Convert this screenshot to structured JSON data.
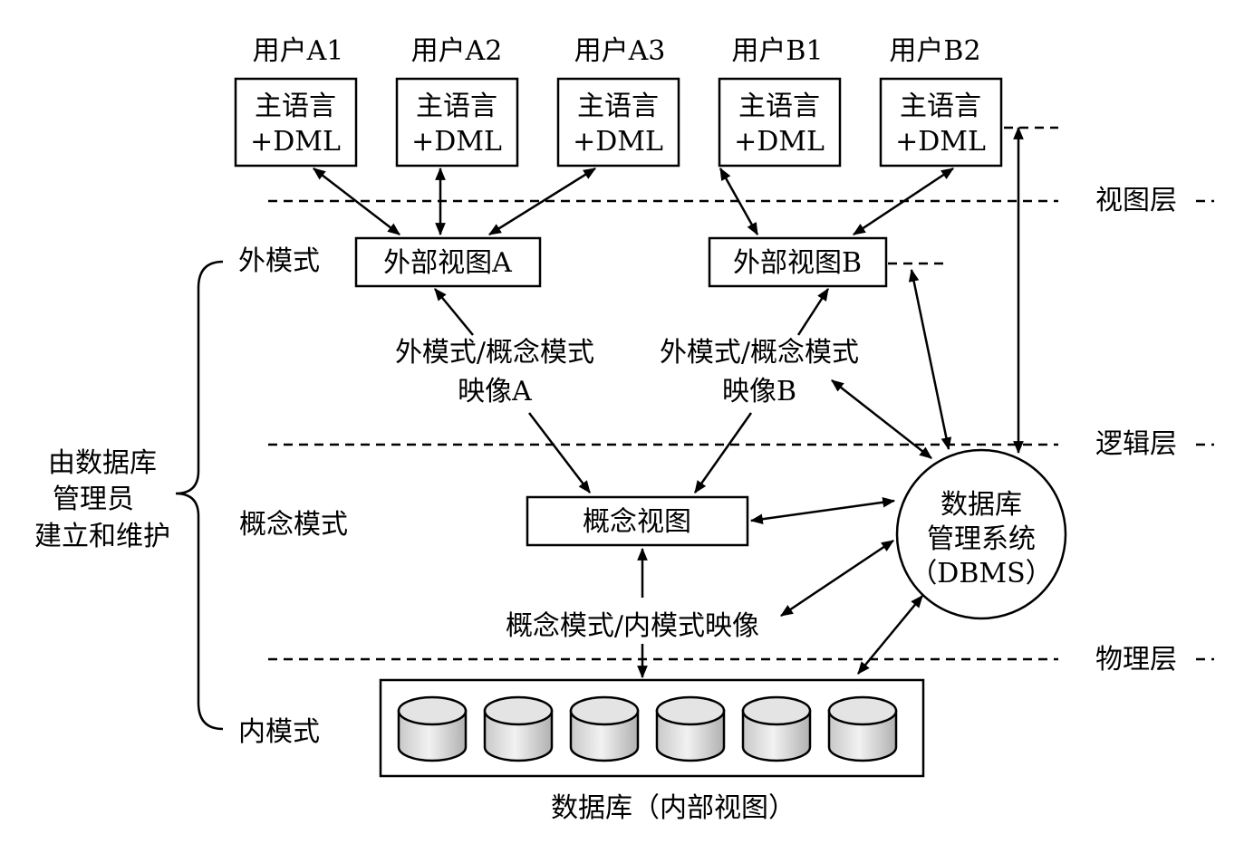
{
  "users": [
    {
      "name": "用户A1",
      "box_line1": "主语言",
      "box_line2": "+DML"
    },
    {
      "name": "用户A2",
      "box_line1": "主语言",
      "box_line2": "+DML"
    },
    {
      "name": "用户A3",
      "box_line1": "主语言",
      "box_line2": "+DML"
    },
    {
      "name": "用户B1",
      "box_line1": "主语言",
      "box_line2": "+DML"
    },
    {
      "name": "用户B2",
      "box_line1": "主语言",
      "box_line2": "+DML"
    }
  ],
  "layers": {
    "view": "视图层",
    "logic": "逻辑层",
    "physical": "物理层"
  },
  "schemas": {
    "external": "外模式",
    "conceptual": "概念模式",
    "internal": "内模式"
  },
  "admin_note": [
    "由数据库",
    "管理员",
    "建立和维护"
  ],
  "views": {
    "external_a": "外部视图A",
    "external_b": "外部视图B",
    "conceptual": "概念视图"
  },
  "mappings": {
    "a_line1": "外模式/概念模式",
    "a_line2": "映像A",
    "b_line1": "外模式/概念模式",
    "b_line2": "映像B",
    "internal": "概念模式/内模式映像"
  },
  "dbms": [
    "数据库",
    "管理系统",
    "（DBMS）"
  ],
  "database_caption": "数据库（内部视图）",
  "disk_count": 6
}
